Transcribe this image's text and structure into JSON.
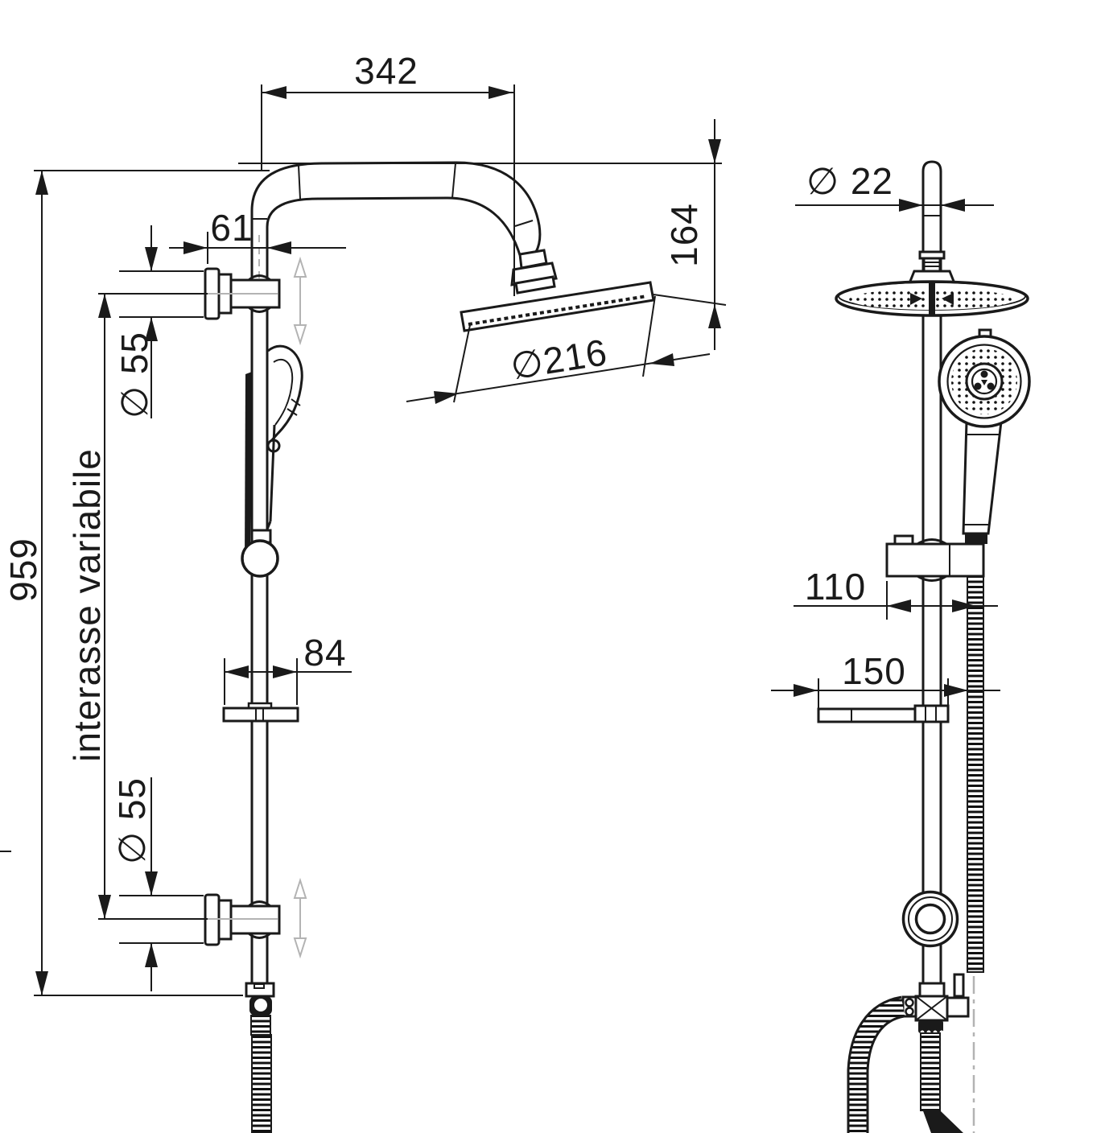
{
  "drawing": {
    "kind": "technical-dimension-drawing",
    "subject": "shower column with overhead rain shower, hand shower, sliding brackets and soap dish — side view and front view"
  },
  "dims": {
    "arm_projection": "342",
    "head_drop": "164",
    "head_diameter": "∅216",
    "bracket_offset": "61",
    "upper_flange_diameter": "∅ 55",
    "lower_flange_diameter": "∅ 55",
    "overall_height": "959",
    "bracket_span": "interasse variabile",
    "soap_dish_depth": "84",
    "pipe_diameter": "∅ 22",
    "hose_offset": "110",
    "soap_dish_width": "150"
  },
  "colors": {
    "line": "#1a1a1a",
    "background": "#ffffff",
    "auxiliary_gray": "#b3b3b3"
  }
}
